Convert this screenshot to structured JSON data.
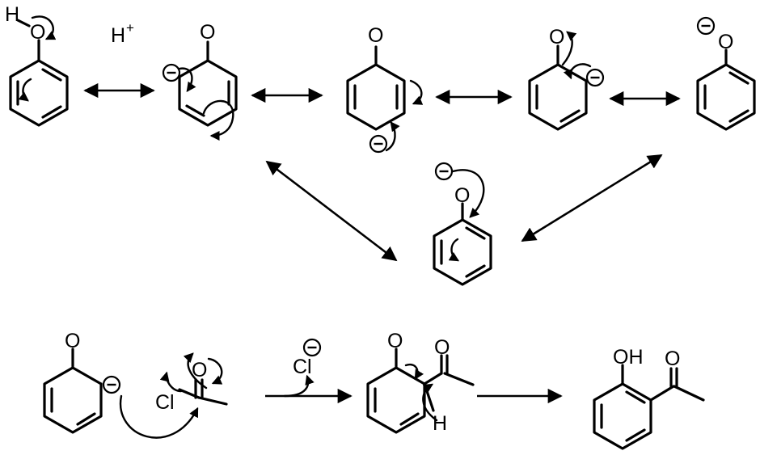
{
  "reagent": {
    "proton": "H",
    "proton_charge": "+"
  },
  "labels": {
    "oxygen": "O",
    "hydrogen": "H",
    "chlorine": "Cl",
    "hydroxyl": "OH"
  },
  "charge_symbol": "minus",
  "colors": {
    "ink": "#000000",
    "background": "#ffffff"
  },
  "icons": [
    "resonance-double-arrow",
    "reaction-arrow",
    "curly-arrow",
    "negative-charge"
  ]
}
